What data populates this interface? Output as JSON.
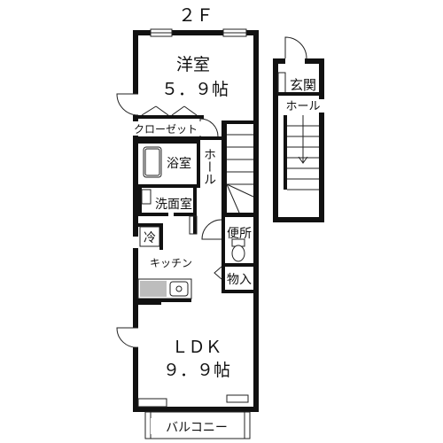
{
  "floor_label": "２Ｆ",
  "rooms": {
    "western_room_name": "洋室",
    "western_room_size": "５．９帖",
    "closet": "クローゼット",
    "bathroom": "浴室",
    "hall_main": "ホール",
    "washroom": "洗面室",
    "fridge": "冷",
    "toilet": "便所",
    "kitchen": "キッチン",
    "storage": "物入",
    "ldk_name": "ＬＤＫ",
    "ldk_size": "９．９帖",
    "balcony": "バルコニー",
    "entrance": "玄関",
    "hall_entrance": "ホール"
  }
}
